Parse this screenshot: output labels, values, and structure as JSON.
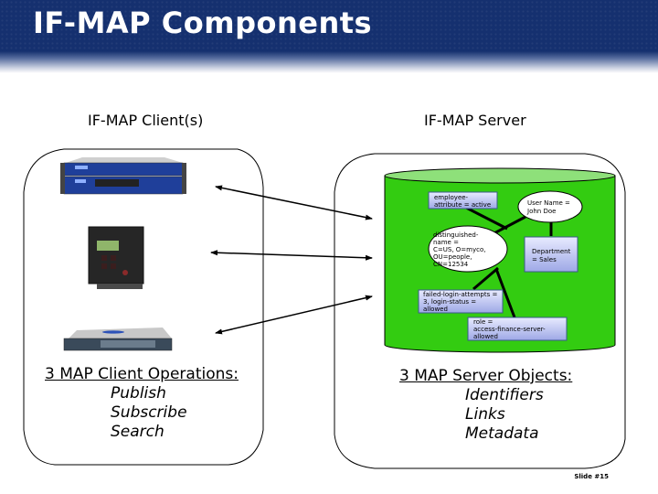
{
  "slide": {
    "title": "IF-MAP Components",
    "slide_number": "Slide #15"
  },
  "client": {
    "title": "IF-MAP Client(s)",
    "devices": [
      {
        "name": "rack-appliance",
        "icon": "network-appliance-icon"
      },
      {
        "name": "wall-controller",
        "icon": "control-panel-icon"
      },
      {
        "name": "rack-server",
        "icon": "rack-server-icon"
      }
    ],
    "operations_heading": "3 MAP Client Operations:",
    "operations": [
      "Publish",
      "Subscribe",
      "Search"
    ]
  },
  "server": {
    "title": "IF-MAP Server",
    "identifiers": [
      {
        "id": "user-name",
        "text": [
          "User Name =",
          "John Doe"
        ]
      },
      {
        "id": "distinguished-name",
        "text": [
          "distinguished-",
          "name =",
          "C=US, O=myco,",
          "OU=people,",
          "CN=12534"
        ]
      }
    ],
    "metadata": [
      {
        "id": "employee-attribute",
        "text": [
          "employee-",
          "attribute = active"
        ]
      },
      {
        "id": "department",
        "text": [
          "Department",
          "= Sales"
        ]
      },
      {
        "id": "failed-login",
        "text": [
          "failed-login-attempts =",
          "3, login-status =",
          "allowed"
        ]
      },
      {
        "id": "role",
        "text": [
          "role =",
          "access-finance-server-",
          "allowed"
        ]
      }
    ],
    "objects_heading": "3 MAP Server Objects:",
    "objects": [
      "Identifiers",
      "Links",
      "Metadata"
    ]
  },
  "colors": {
    "header_blue": "#15306f",
    "database_green": "#33cc11",
    "database_top": "#8ee07a",
    "metadata_box": "#c5cbf2",
    "metadata_border": "#3a5a8a"
  }
}
